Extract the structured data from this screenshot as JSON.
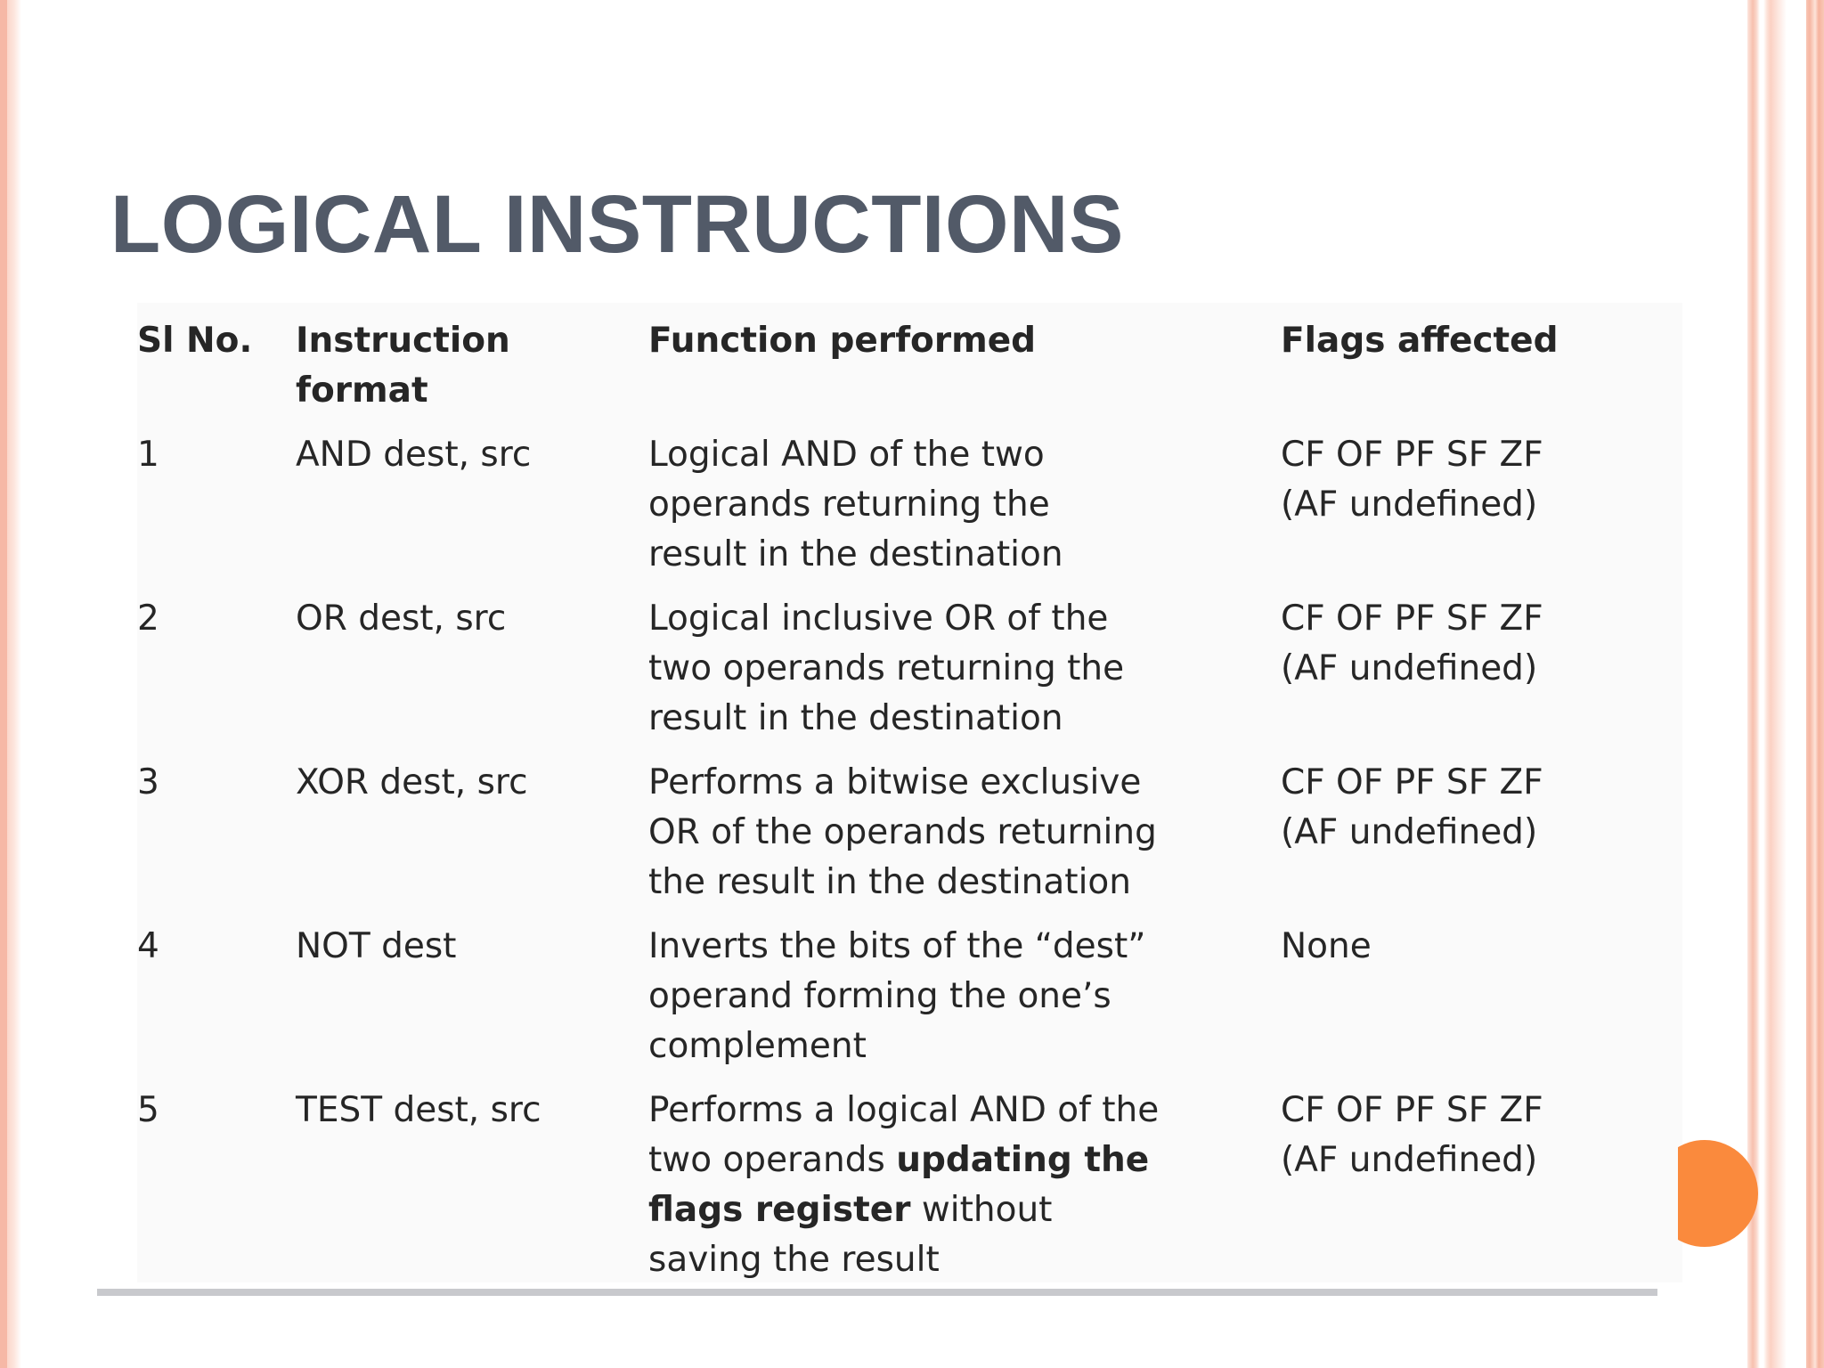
{
  "slide": {
    "title": "LOGICAL INSTRUCTIONS",
    "accent_color": "#fa8a3d",
    "title_color": "#525a68"
  },
  "table": {
    "headers": {
      "sl_no": "Sl No.",
      "instruction_line1": "Instruction",
      "instruction_line2": "format",
      "function": "Function performed",
      "flags": "Flags affected"
    },
    "rows": [
      {
        "sl": "1",
        "instruction": "AND dest, src",
        "function": [
          "Logical AND of the two",
          "operands returning the",
          "result in the destination"
        ],
        "flags": [
          "CF OF PF SF ZF",
          "(AF undefined)"
        ]
      },
      {
        "sl": "2",
        "instruction": "OR dest, src",
        "function": [
          "Logical inclusive OR of the",
          "two operands returning the",
          "result in the destination"
        ],
        "flags": [
          "CF OF PF SF ZF",
          "(AF undefined)"
        ]
      },
      {
        "sl": "3",
        "instruction": "XOR dest, src",
        "function": [
          "Performs a bitwise exclusive",
          "OR of the operands returning",
          "the result in the destination"
        ],
        "flags": [
          "CF OF PF SF ZF",
          "(AF undefined)"
        ]
      },
      {
        "sl": "4",
        "instruction": "NOT dest",
        "function": [
          "Inverts the bits of the “dest”",
          "operand forming the one’s",
          "complement"
        ],
        "flags": [
          "None"
        ]
      },
      {
        "sl": "5",
        "instruction": "TEST dest, src",
        "function_parts": {
          "line1": "Performs a logical AND of the",
          "line2_plain": "two operands ",
          "line2_bold": "updating the",
          "line3_bold": "flags register",
          "line3_plain": " without",
          "line4": "saving the result"
        },
        "flags": [
          "CF OF PF SF ZF",
          "(AF undefined)"
        ]
      }
    ]
  }
}
